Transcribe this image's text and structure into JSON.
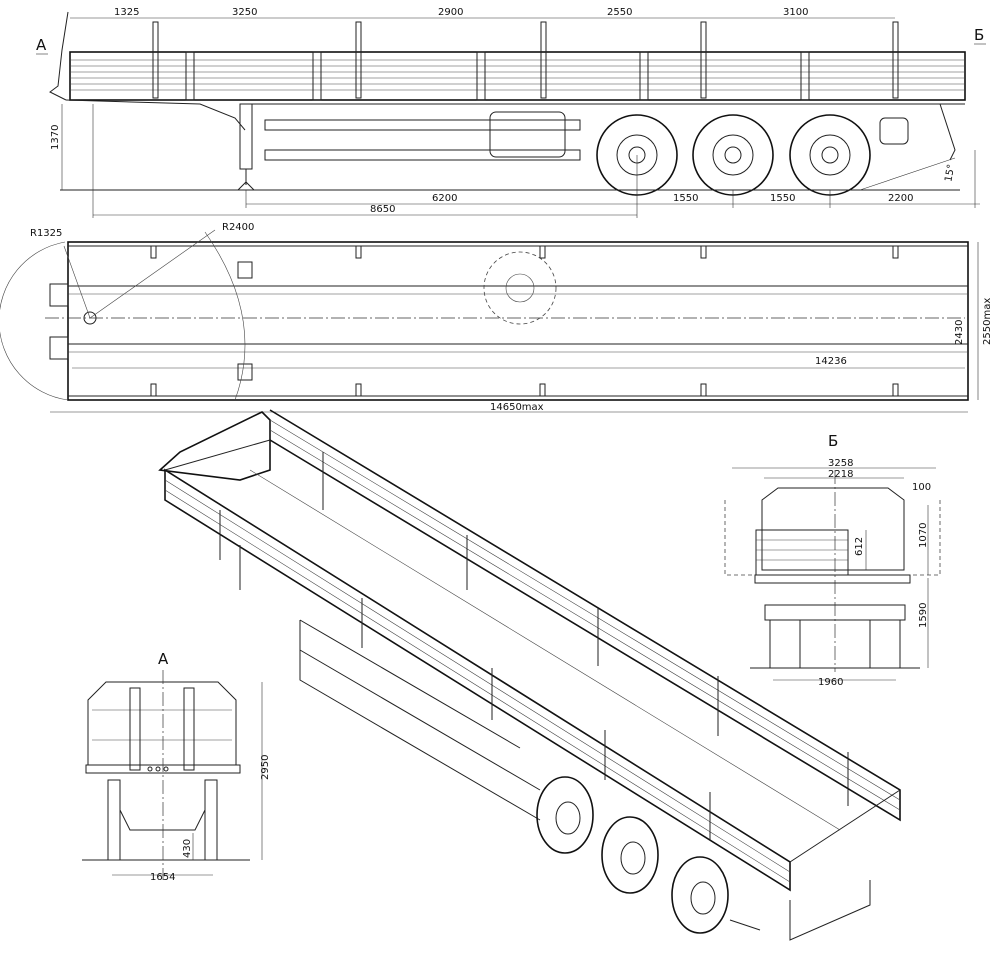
{
  "side_view": {
    "section_a_marker": "А",
    "section_b_marker": "Б",
    "stake_spacing": [
      "1325",
      "3250",
      "2900",
      "2550",
      "3100"
    ],
    "height_dim": "1370",
    "angle_dim": "15°",
    "bottom_dims": [
      "6200",
      "1550",
      "1550",
      "2200"
    ],
    "kingpin_to_axle_dim": "8650"
  },
  "plan_view": {
    "radius_front": "R1325",
    "radius_swing": "R2400",
    "inner_length": "14236",
    "overall_length": "14650max",
    "inner_width": "2430",
    "overall_width": "2550max"
  },
  "view_a": {
    "title": "А",
    "height_dim": "2950",
    "clearance_dim": "430",
    "width_dim": "1654"
  },
  "view_b": {
    "title": "Б",
    "overall_width": "3258",
    "inner_width": "2218",
    "side_offset": "100",
    "side_height": "1070",
    "rear_board_height": "612",
    "deck_height": "1590",
    "track_width": "1960"
  }
}
